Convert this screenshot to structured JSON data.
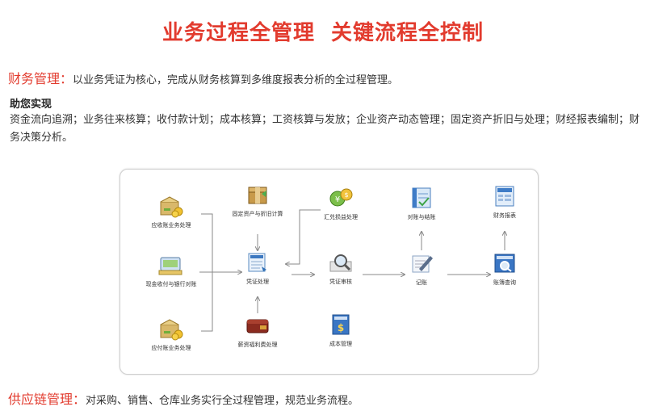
{
  "header": {
    "title": "业务过程全管理  关键流程全控制"
  },
  "finance": {
    "heading": "财务管理：",
    "desc": "以业务凭证为核心，完成从财务核算到多维度报表分析的全过程管理。",
    "help_title": "助您实现",
    "help_text": "资金流向追溯；业务往来核算；收付款计划；成本核算；工资核算与发放；企业资产动态管理；固定资产折旧与处理；财经报表编制；财务决策分析。"
  },
  "diagram": {
    "nodes": {
      "receivable": {
        "label": "应收账业务处理",
        "icon": "coins-box-icon"
      },
      "cash_bank": {
        "label": "现金收付与银行对账",
        "icon": "cash-register-icon"
      },
      "payable": {
        "label": "应付账业务处理",
        "icon": "coins-box-icon"
      },
      "fixed_asset": {
        "label": "固定资产与折旧计算",
        "icon": "package-box-icon"
      },
      "voucher": {
        "label": "凭证处理",
        "icon": "voucher-sheet-icon"
      },
      "salary": {
        "label": "薪资福利费处理",
        "icon": "wallet-icon"
      },
      "exchange": {
        "label": "汇兑损益处理",
        "icon": "currency-exchange-icon"
      },
      "voucher_review": {
        "label": "凭证审核",
        "icon": "magnifier-document-icon"
      },
      "cost": {
        "label": "成本管理",
        "icon": "dollar-book-icon"
      },
      "reconcile": {
        "label": "对账与结账",
        "icon": "ledger-book-icon"
      },
      "posting": {
        "label": "记账",
        "icon": "pen-document-icon"
      },
      "report": {
        "label": "财务报表",
        "icon": "report-sheet-icon"
      },
      "ledger_query": {
        "label": "账簿查询",
        "icon": "search-ledger-icon"
      }
    }
  },
  "supply": {
    "heading": "供应链管理：",
    "desc": "对采购、销售、仓库业务实行全过程管理，规范业务流程。"
  },
  "colors": {
    "accent": "#e23b2e",
    "arrow": "#8a8a8a",
    "border": "#cfcfcf"
  }
}
